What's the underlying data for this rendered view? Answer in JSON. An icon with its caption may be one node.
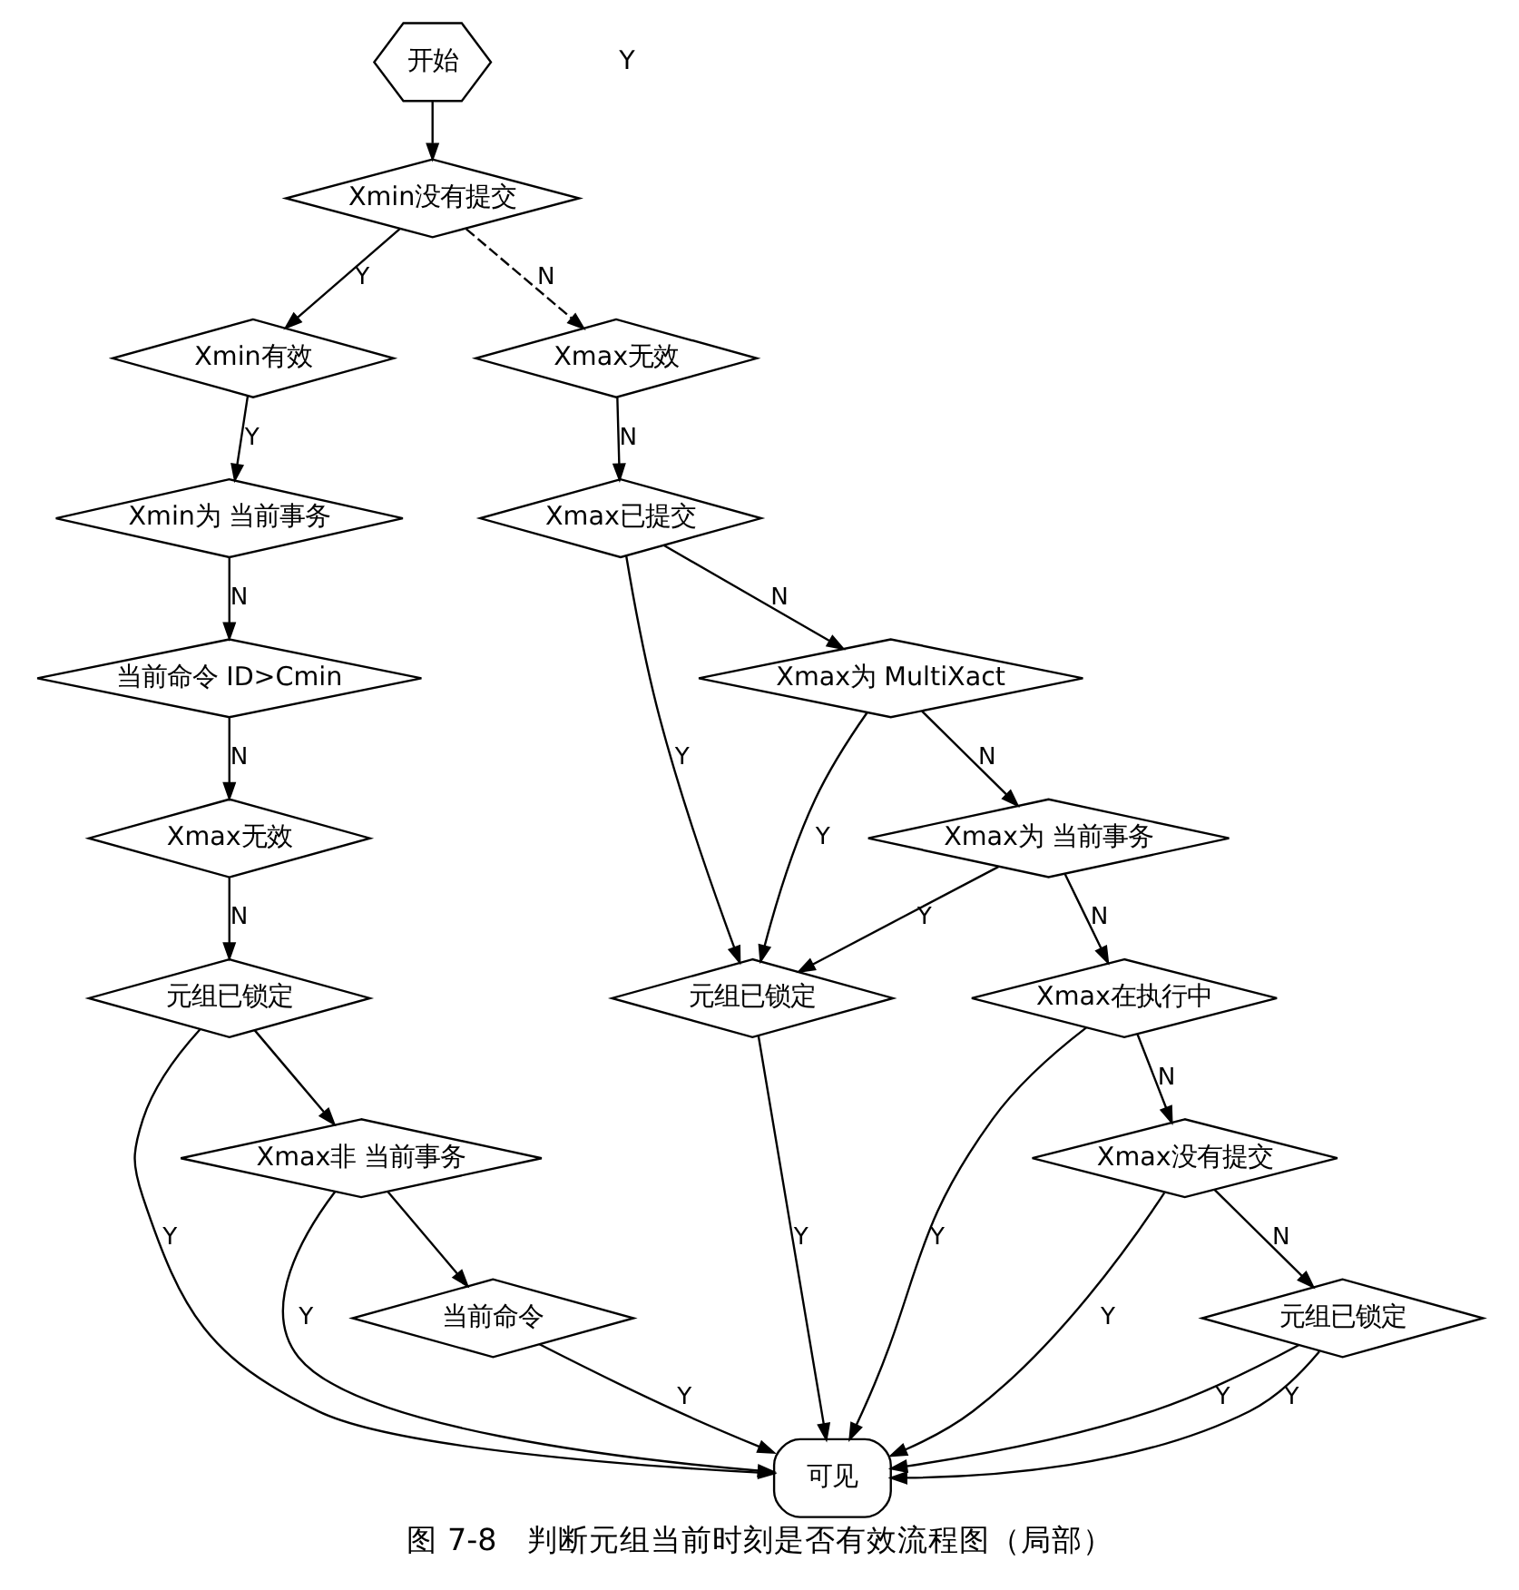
{
  "diagram": {
    "caption": "图 7-8　判断元组当前时刻是否有效流程图（局部）",
    "nodes": [
      {
        "text": [
          "开始"
        ]
      },
      {
        "text": [
          "Xmin没有提交"
        ]
      },
      {
        "text": [
          "Xmin有效"
        ]
      },
      {
        "text": [
          "Xmin为 当前事务"
        ]
      },
      {
        "text": [
          "当前命令 ID>Cmin"
        ]
      },
      {
        "text": [
          "Xmax无效"
        ]
      },
      {
        "text": [
          "元组已锁定"
        ]
      },
      {
        "text": [
          "Xmax非 当前事务"
        ]
      },
      {
        "text": [
          "当前命令"
        ]
      },
      {
        "text": [
          "Xmax无效"
        ]
      },
      {
        "text": [
          "Xmax已提交"
        ]
      },
      {
        "text": [
          "Xmax为 MultiXact"
        ]
      },
      {
        "text": [
          "Xmax为 当前事务"
        ]
      },
      {
        "text": [
          "元组已锁定"
        ]
      },
      {
        "text": [
          "Xmax在执行中"
        ]
      },
      {
        "text": [
          "Xmax没有提交"
        ]
      },
      {
        "text": [
          "元组已锁定"
        ]
      },
      {
        "text": [
          "可见"
        ]
      }
    ],
    "edges": [
      {
        "from": 0,
        "to": 1,
        "arrow": "to"
      },
      {
        "from": 1,
        "to": 2,
        "arrow": "to",
        "label": "Y"
      },
      {
        "from": 1,
        "to": 9,
        "arrow": "to",
        "label": "N",
        "style": "dashed"
      },
      {
        "from": 2,
        "to": 3,
        "arrow": "to",
        "label": "Y"
      },
      {
        "from": 3,
        "to": 4,
        "arrow": "to",
        "label": "N"
      },
      {
        "from": 4,
        "to": 5,
        "arrow": "to",
        "label": "N"
      },
      {
        "from": 5,
        "to": 6,
        "arrow": "to",
        "label": "N"
      },
      {
        "from": 6,
        "to": 7,
        "arrow": "to"
      },
      {
        "from": 7,
        "to": 8,
        "arrow": "to"
      },
      {
        "from": 6,
        "to": 17,
        "arrow": "to",
        "label": "Y"
      },
      {
        "from": 7,
        "to": 17,
        "arrow": "to",
        "label": "Y"
      },
      {
        "from": 8,
        "to": 17,
        "arrow": "to",
        "label": "Y"
      },
      {
        "from": 9,
        "to": 10,
        "arrow": "to",
        "label": "N"
      },
      {
        "from": 10,
        "to": 11,
        "arrow": "to",
        "label": "N"
      },
      {
        "from": 11,
        "to": 12,
        "arrow": "to",
        "label": "N"
      },
      {
        "from": 10,
        "to": 13,
        "arrow": "to",
        "label": "Y"
      },
      {
        "from": 11,
        "to": 13,
        "arrow": "to",
        "label": "Y"
      },
      {
        "from": 12,
        "to": 13,
        "arrow": "to",
        "label": "Y"
      },
      {
        "from": 12,
        "to": 14,
        "arrow": "to",
        "label": "N"
      },
      {
        "from": 14,
        "to": 15,
        "arrow": "to",
        "label": "N"
      },
      {
        "from": 15,
        "to": 16,
        "arrow": "to",
        "label": "N"
      },
      {
        "from": 13,
        "to": 17,
        "arrow": "to",
        "label": "Y"
      },
      {
        "from": 14,
        "to": 17,
        "arrow": "to",
        "label": "Y"
      },
      {
        "from": 15,
        "to": 17,
        "arrow": "to",
        "label": "Y"
      },
      {
        "from": 16,
        "to": 17,
        "arrow": "to",
        "label": "Y"
      },
      {
        "from": 16,
        "to": 17,
        "arrow": "to",
        "label": "Y"
      }
    ],
    "labels": [
      "Y"
    ]
  }
}
